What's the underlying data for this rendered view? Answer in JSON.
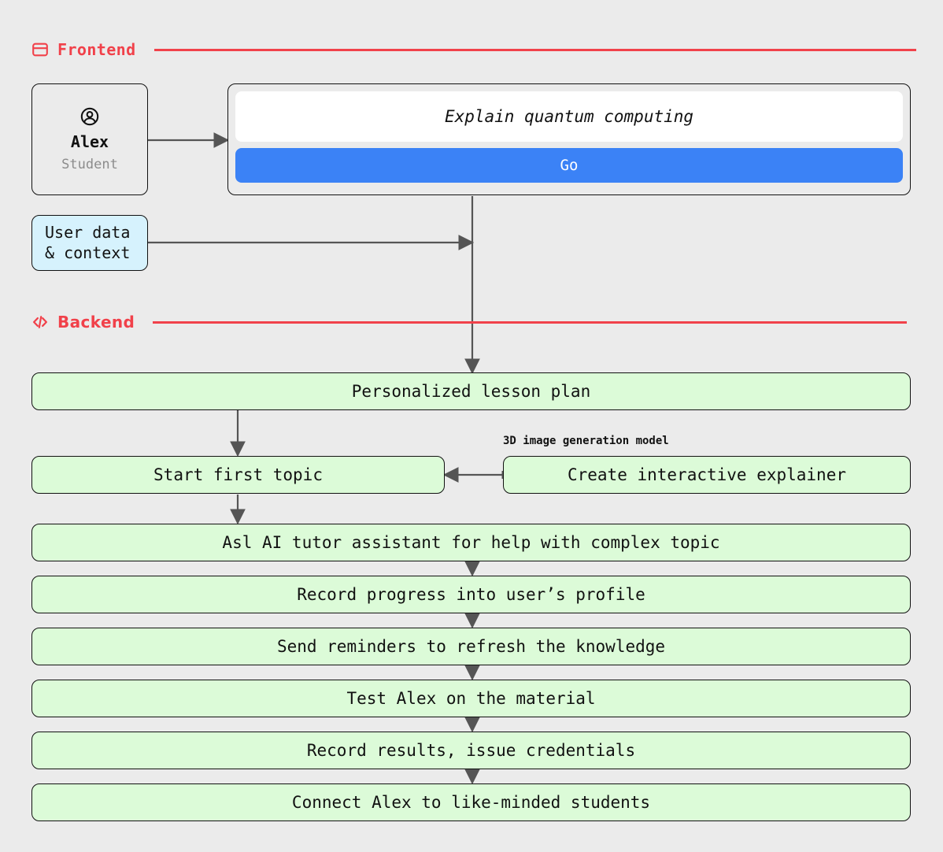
{
  "sections": [
    {
      "id": "frontend",
      "label": "Frontend",
      "icon": "browser-window-icon",
      "color": "#f1414a",
      "rule_width": 968
    },
    {
      "id": "backend",
      "label": "Backend",
      "icon": "code-tags-icon",
      "color": "#f1414a",
      "rule_width": 958
    }
  ],
  "user_card": {
    "icon": "user-circle-icon",
    "name": "Alex",
    "role": "Student"
  },
  "prompt_panel": {
    "input_value": "Explain quantum computing",
    "input_placeholder": "Explain quantum computing",
    "go_label": "Go",
    "go_color": "#3b82f6"
  },
  "context_node": {
    "label": "User data\n& context",
    "fill": "#d6f2fd"
  },
  "backend_steps": [
    {
      "id": "lesson-plan",
      "label": "Personalized lesson plan"
    },
    {
      "id": "start-first-topic",
      "label": "Start first topic"
    },
    {
      "id": "create-interactive-explainer",
      "label": "Create interactive explainer"
    },
    {
      "id": "ai-tutor-assistant",
      "label": "Asl AI tutor assistant for help with complex topic"
    },
    {
      "id": "record-progress",
      "label": "Record progress into user’s profile"
    },
    {
      "id": "send-reminders",
      "label": "Send reminders to refresh the knowledge"
    },
    {
      "id": "test-alex",
      "label": "Test Alex on the material"
    },
    {
      "id": "record-results",
      "label": "Record results, issue credentials"
    },
    {
      "id": "connect-students",
      "label": "Connect Alex to like-minded students"
    }
  ],
  "edge_labels": [
    {
      "id": "3d-model",
      "text": "3D image generation model"
    }
  ],
  "colors": {
    "background": "#ebebeb",
    "accent_red": "#f1414a",
    "step_fill": "#dcfbd8",
    "data_fill": "#d6f2fd",
    "button_blue": "#3b82f6",
    "stroke": "#111111",
    "arrow": "#555555"
  }
}
